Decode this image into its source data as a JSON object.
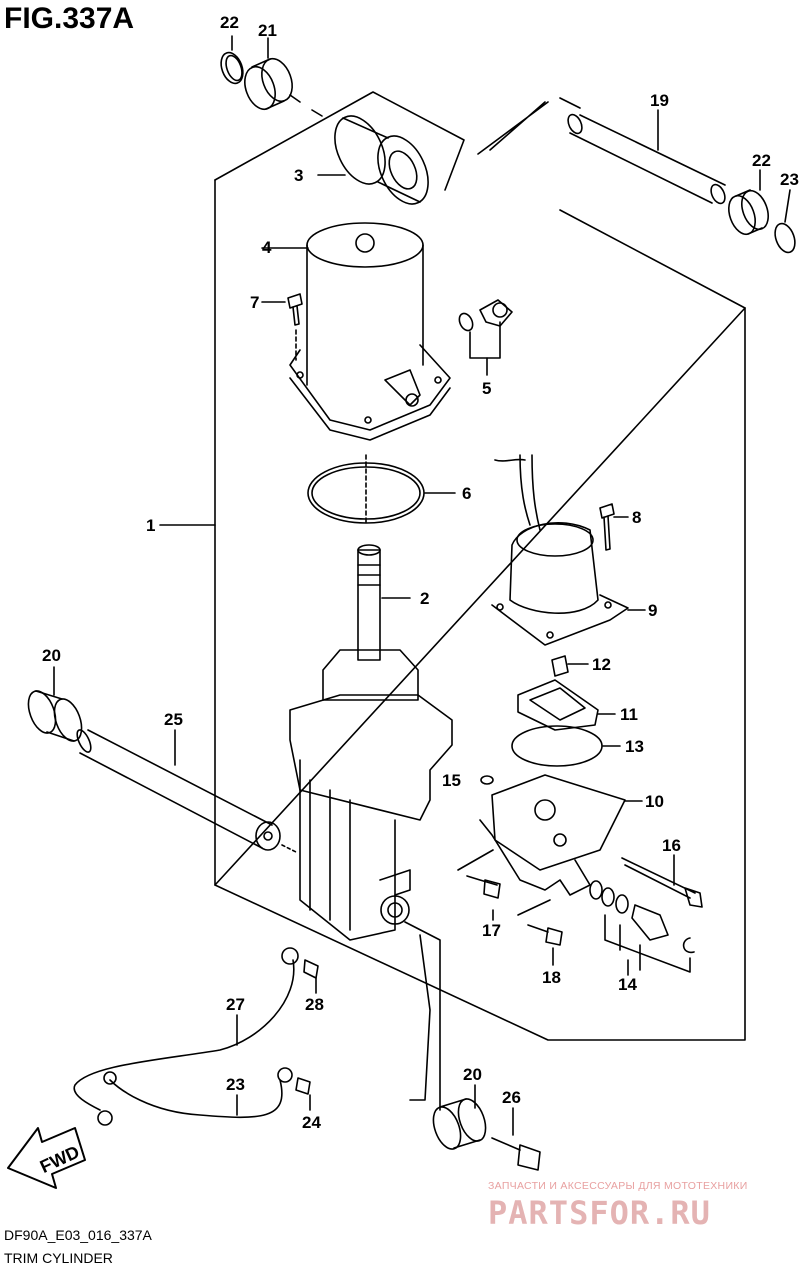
{
  "figure": {
    "title": "FIG.337A",
    "code": "DF90A_E03_016_337A",
    "caption": "TRIM CYLINDER"
  },
  "callouts": [
    {
      "id": "c1",
      "label": "1"
    },
    {
      "id": "c2",
      "label": "2"
    },
    {
      "id": "c3",
      "label": "3"
    },
    {
      "id": "c4",
      "label": "4"
    },
    {
      "id": "c5",
      "label": "5"
    },
    {
      "id": "c6",
      "label": "6"
    },
    {
      "id": "c7",
      "label": "7"
    },
    {
      "id": "c8",
      "label": "8"
    },
    {
      "id": "c9",
      "label": "9"
    },
    {
      "id": "c10",
      "label": "10"
    },
    {
      "id": "c11",
      "label": "11"
    },
    {
      "id": "c12",
      "label": "12"
    },
    {
      "id": "c13",
      "label": "13"
    },
    {
      "id": "c14",
      "label": "14"
    },
    {
      "id": "c15",
      "label": "15"
    },
    {
      "id": "c16",
      "label": "16"
    },
    {
      "id": "c17",
      "label": "17"
    },
    {
      "id": "c18",
      "label": "18"
    },
    {
      "id": "c19",
      "label": "19"
    },
    {
      "id": "c20a",
      "label": "20"
    },
    {
      "id": "c20b",
      "label": "20"
    },
    {
      "id": "c21a",
      "label": "21"
    },
    {
      "id": "c21b",
      "label": "21"
    },
    {
      "id": "c22a",
      "label": "22"
    },
    {
      "id": "c22b",
      "label": "22"
    },
    {
      "id": "c23",
      "label": "23"
    },
    {
      "id": "c24",
      "label": "24"
    },
    {
      "id": "c25",
      "label": "25"
    },
    {
      "id": "c26",
      "label": "26"
    },
    {
      "id": "c27",
      "label": "27"
    },
    {
      "id": "c28",
      "label": "28"
    }
  ],
  "fwd_arrow": {
    "label": "FWD"
  },
  "watermark": {
    "line1": "ЗАПЧАСТИ И АКСЕССУАРЫ ДЛЯ МОТОТЕХНИКИ",
    "logo": "PARTSFOR.RU"
  }
}
